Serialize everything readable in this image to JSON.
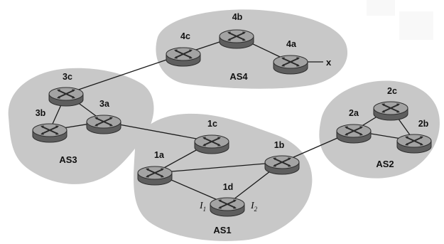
{
  "autonomous_systems": [
    {
      "id": "AS1",
      "label": "AS1"
    },
    {
      "id": "AS2",
      "label": "AS2"
    },
    {
      "id": "AS3",
      "label": "AS3"
    },
    {
      "id": "AS4",
      "label": "AS4"
    }
  ],
  "routers": [
    {
      "id": "1a",
      "label": "1a"
    },
    {
      "id": "1b",
      "label": "1b"
    },
    {
      "id": "1c",
      "label": "1c"
    },
    {
      "id": "1d",
      "label": "1d"
    },
    {
      "id": "2a",
      "label": "2a"
    },
    {
      "id": "2b",
      "label": "2b"
    },
    {
      "id": "2c",
      "label": "2c"
    },
    {
      "id": "3a",
      "label": "3a"
    },
    {
      "id": "3b",
      "label": "3b"
    },
    {
      "id": "3c",
      "label": "3c"
    },
    {
      "id": "4a",
      "label": "4a"
    },
    {
      "id": "4b",
      "label": "4b"
    },
    {
      "id": "4c",
      "label": "4c"
    }
  ],
  "links": [
    [
      "1a",
      "1c"
    ],
    [
      "1a",
      "1b"
    ],
    [
      "1a",
      "1d"
    ],
    [
      "1d",
      "1b"
    ],
    [
      "1c",
      "3a"
    ],
    [
      "1b",
      "2a"
    ],
    [
      "2a",
      "2c"
    ],
    [
      "2a",
      "2b"
    ],
    [
      "2c",
      "2b"
    ],
    [
      "3c",
      "3b"
    ],
    [
      "3c",
      "3a"
    ],
    [
      "3b",
      "3a"
    ],
    [
      "3c",
      "4c"
    ],
    [
      "4c",
      "4b"
    ],
    [
      "4b",
      "4a"
    ]
  ],
  "interfaces": {
    "i1": "I",
    "i1_sub": "1",
    "i2": "I",
    "i2_sub": "2"
  },
  "destination": {
    "label": "x"
  },
  "colors": {
    "region_fill": "#c9c9c9",
    "router_body": "#7d7d7d",
    "router_top": "#a9a9a9",
    "router_dark": "#3a3a3a",
    "link": "#1a1a1a"
  }
}
